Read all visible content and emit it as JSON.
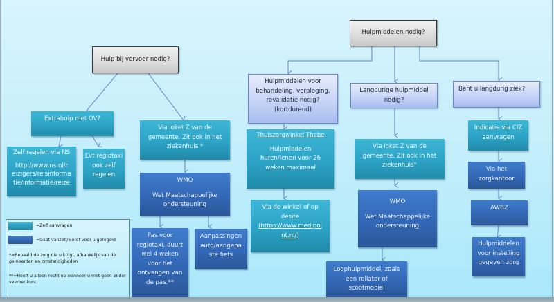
{
  "diagram": {
    "root_left": "Hulp bij vervoer nodig?",
    "root_right": "Hulpmiddelen nodig?",
    "extrahulp_ov": "Extrahulp met OV?",
    "zelf_ns": {
      "title": "Zelf regelen via NS",
      "url_lines": [
        "http://www.ns.nl/r",
        "eizigers/reisinforma",
        "tie/informatie/reize"
      ]
    },
    "evt_regiotaxi": [
      "Evt regiotaxi",
      "ook zelf",
      "regelen"
    ],
    "loket_z_left": [
      "Via loket Z van de",
      "gemeente. Zit ook in het",
      "ziekenhuis *"
    ],
    "wmo_left": {
      "title": "WMO",
      "lines": [
        "Wet Maatschappelijke",
        "ondersteuning"
      ]
    },
    "pas_regiotaxi": [
      "Pas voor",
      "regiotaxi, duurt",
      "wel 4 weken",
      "voor het",
      "ontvangen van",
      "de pas.**"
    ],
    "aanpassingen": [
      "Aanpassingen",
      "auto/aangepa",
      "ste fiets"
    ],
    "kortdurend": [
      "Hulpmiddelen voor",
      "behandeling, verpleging,",
      "revalidatie nodig?",
      "(kortdurend)"
    ],
    "thuiszorgwinkel": {
      "title": "Thuiszorgwinkel Thebe",
      "lines": [
        "Hulpmiddelen",
        "huren/lenen voor 26",
        "weken maximaal"
      ]
    },
    "winkel_site": {
      "lines": [
        "Via de winkel of op",
        "desite"
      ],
      "link_lines": [
        "(https://www.medipoi",
        "nt.nl/)"
      ]
    },
    "langdurig_hulpmiddel": [
      "Langdurige hulpmiddel",
      "nodig?"
    ],
    "loket_z_mid": [
      "Via loket Z van de",
      "gemeente. Zit ook in het",
      "ziekenhuis*"
    ],
    "wmo_mid": {
      "title": "WMO",
      "lines": [
        "Wet Maatschappelijke",
        "ondersteuning"
      ]
    },
    "loophulpmiddel": [
      "Loophulpmiddel, zoals",
      "een rollator of",
      "scootmobiel"
    ],
    "langdurig_ziek": "Bent  u langdurig ziek?",
    "indicatie_ciz": [
      "Indicatie via CIZ",
      "aanvragen"
    ],
    "zorgkantoor": [
      "Via het",
      "zorgkantoor"
    ],
    "awbz": "AWBZ",
    "instelling_zorg": [
      "Hulpmiddelen",
      "voor instelling",
      "gegeven zorg"
    ]
  },
  "legend": {
    "self_label": "=Zelf aanvragen",
    "auto_label": "=Gaat vanzelf/wordt voor u geregeld",
    "note1": "*=Bepaald de zorg die u krijgt, afhankelijk van de gemeenten en omstandigheden",
    "note2": "**=Heeft u alleen recht op wanneer u met geen ander vevroer kunt.",
    "colors": {
      "self": "#2ca3c6",
      "auto": "#3368b6"
    }
  }
}
